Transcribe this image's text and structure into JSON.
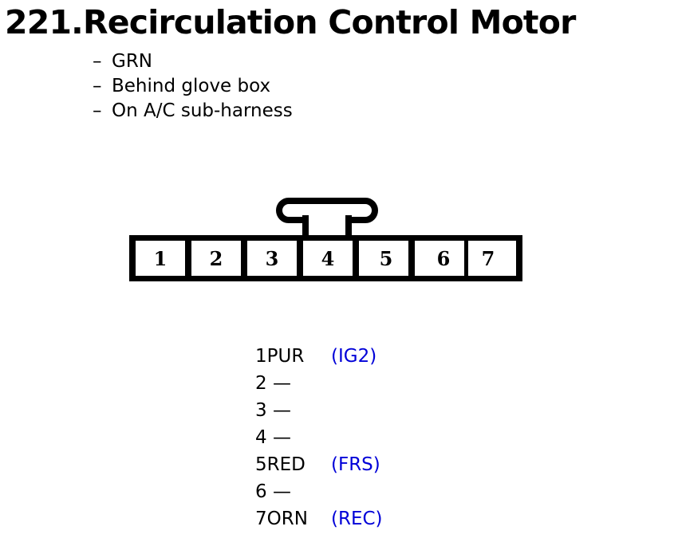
{
  "title": "221.Recirculation Control Motor",
  "notes": {
    "dash": "–",
    "items": [
      "GRN",
      "Behind glove box",
      "On A/C sub-harness"
    ]
  },
  "connector": {
    "name": "7-pin-connector",
    "latch": "center-top-latch-tab",
    "pin_count": 7,
    "pins": [
      "1",
      "2",
      "3",
      "4",
      "5",
      "6",
      "7"
    ]
  },
  "pinout": {
    "empty_marker": "—",
    "signal_color": "#0000d8",
    "rows": [
      {
        "label": "1PUR",
        "signal": "(IG2)"
      },
      {
        "label": "2 —",
        "signal": ""
      },
      {
        "label": "3 —",
        "signal": ""
      },
      {
        "label": "4 —",
        "signal": ""
      },
      {
        "label": "5RED",
        "signal": "(FRS)"
      },
      {
        "label": "6 —",
        "signal": ""
      },
      {
        "label": "7ORN",
        "signal": "(REC)"
      }
    ]
  }
}
